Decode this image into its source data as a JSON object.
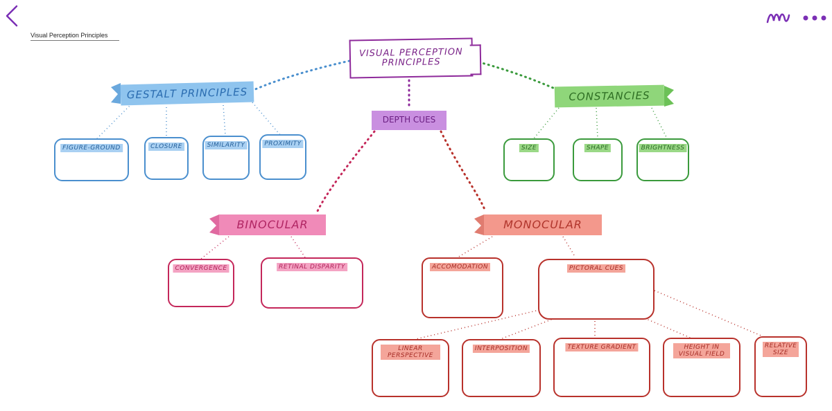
{
  "toolbar": {
    "back_icon": "chevron-left-icon",
    "doc_title": "Visual Perception Principles",
    "pen_icon": "pen-scribble-icon",
    "more_icon": "more-dots-icon",
    "accent_color": "#7b2fb5"
  },
  "mindmap": {
    "root": "VISUAL PERCEPTION PRINCIPLES",
    "branches": {
      "gestalt": {
        "title": "GESTALT PRINCIPLES",
        "color": "#4a8fce",
        "items": [
          "FIGURE-GROUND",
          "CLOSURE",
          "SIMILARITY",
          "PROXIMITY"
        ]
      },
      "depth": {
        "title": "DEPTH CUES",
        "color": "#8e2a9b",
        "binocular": {
          "title": "BINOCULAR",
          "color": "#c4275a",
          "items": [
            "CONVERGENCE",
            "RETINAL DISPARITY"
          ]
        },
        "monocular": {
          "title": "MONOCULAR",
          "color": "#b8312b",
          "accommodation": "ACCOMODATION",
          "pictorial": "PICTORAL CUES",
          "pictorial_items": [
            "LINEAR PERSPECTIVE",
            "INTERPOSITION",
            "TEXTURE GRADIENT",
            "HEIGHT IN VISUAL FIELD",
            "RELATIVE SIZE"
          ]
        }
      },
      "constancies": {
        "title": "CONSTANCIES",
        "color": "#3a9a3c",
        "items": [
          "SIZE",
          "SHAPE",
          "BRIGHTNESS"
        ]
      }
    }
  }
}
